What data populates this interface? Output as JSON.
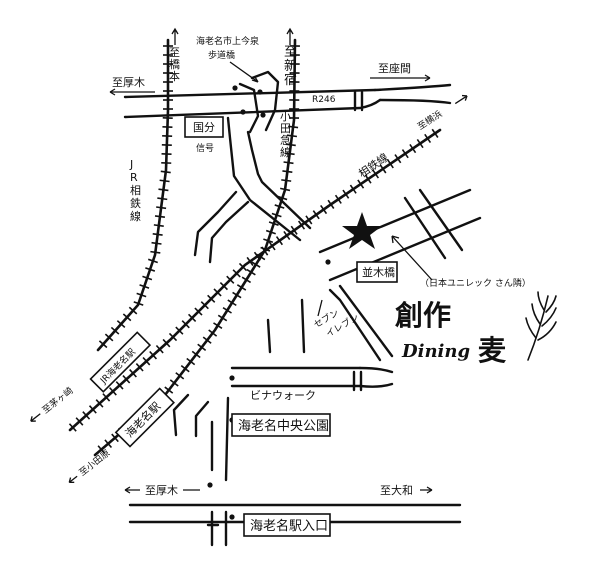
{
  "directions": {
    "to_hashimoto": "至橋本",
    "to_shinjuku": "至新宿",
    "to_atsugi_top": "至厚木",
    "to_zama": "至座間",
    "to_yokohama": "至横浜",
    "to_chigasaki": "至茅ヶ崎",
    "to_odawara": "至小田原",
    "to_atsugi_bottom": "至厚木",
    "to_yamato": "至大和"
  },
  "labels": {
    "footbridge_line1": "海老名市上今泉",
    "footbridge_line2": "歩道橋",
    "route": "R246",
    "kokubu": "国分",
    "signal": "信号",
    "jr_sagami": "JR相鉄線",
    "odakyu": "小田急線",
    "sotetsu": "相鉄線",
    "namikibashi": "並木橋",
    "store_note": "（日本ユニレック さん隣）",
    "seven_line1": "セブン",
    "seven_line2": "イレブン",
    "vinawalk": "ビナウォーク",
    "park": "海老名中央公園",
    "jr_station": "JR海老名駅",
    "ebina_station": "海老名駅",
    "station_entrance": "海老名駅入口"
  },
  "brand": {
    "kanji": "創作",
    "latin": "Dining",
    "kanji2": "麦"
  },
  "colors": {
    "ink": "#111111",
    "background": "#ffffff"
  }
}
